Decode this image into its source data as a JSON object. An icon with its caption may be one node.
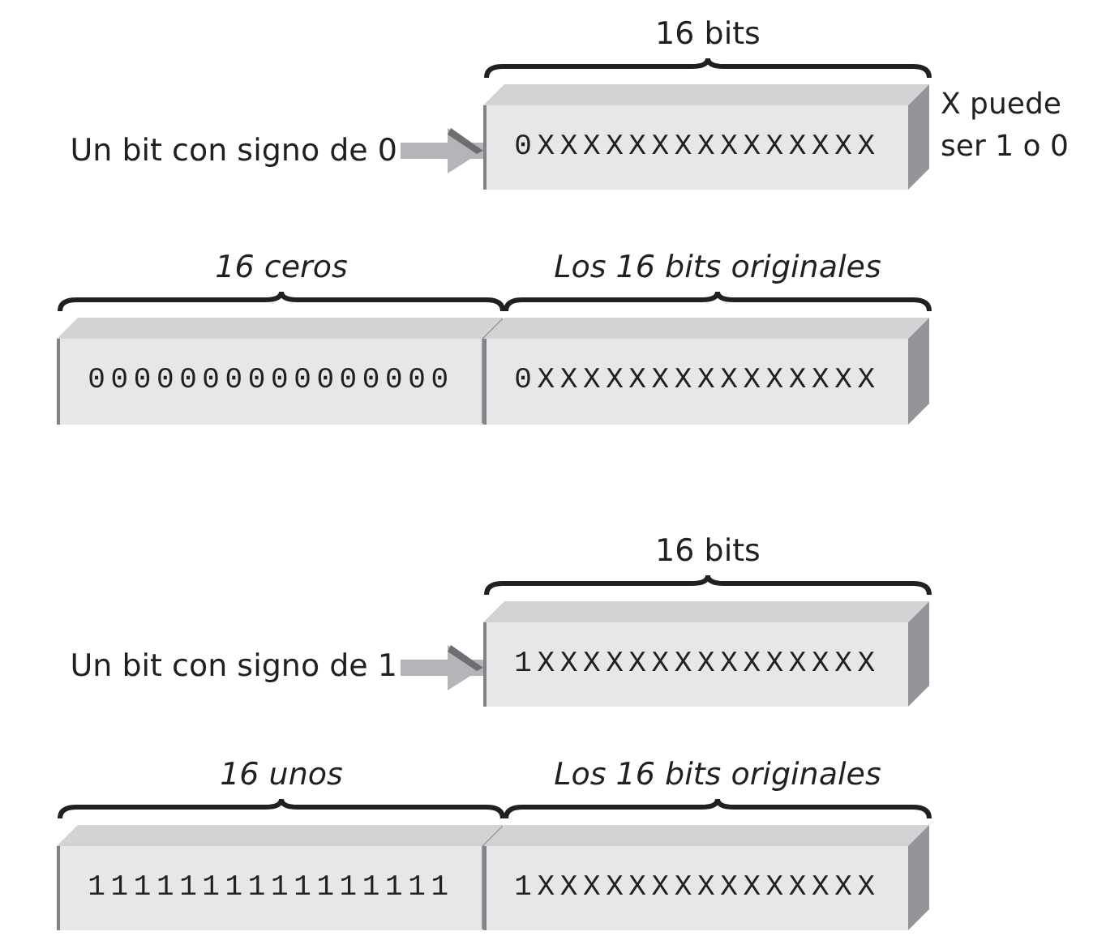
{
  "diagram": {
    "nodes": [
      {
        "text": [
          "Un bit con signo de 0"
        ]
      },
      {
        "text": [
          "0XXXXXXXXXXXXXXX"
        ],
        "beside": [
          "16 bits"
        ]
      },
      {
        "text": [
          "0000000000000000"
        ],
        "beside": [
          "16 ceros"
        ]
      },
      {
        "text": [
          "0XXXXXXXXXXXXXXX"
        ],
        "beside": [
          "Los 16 bits originales"
        ]
      },
      {
        "text": [
          "Un bit con signo de 1"
        ]
      },
      {
        "text": [
          "1XXXXXXXXXXXXXXX"
        ],
        "beside": [
          "16 bits"
        ]
      },
      {
        "text": [
          "1111111111111111"
        ],
        "beside": [
          "16 unos"
        ]
      },
      {
        "text": [
          "1XXXXXXXXXXXXXXX"
        ],
        "beside": [
          "Los 16 bits originales"
        ]
      }
    ],
    "edges": [
      {
        "from": 0,
        "to": 1,
        "arrow": "to"
      },
      {
        "from": 4,
        "to": 5,
        "arrow": "to"
      }
    ],
    "labels": [
      "X puede ser 1 o 0"
    ]
  }
}
